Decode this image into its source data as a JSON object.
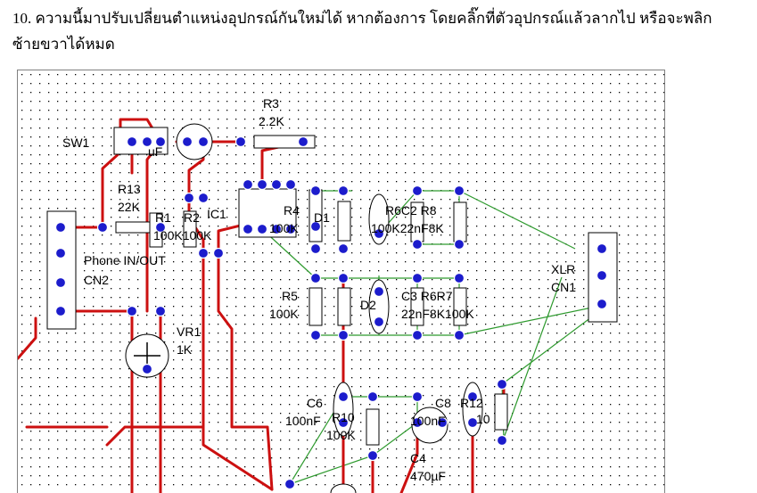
{
  "instruction": {
    "line1": "10. ความนี้มาปรับเปลี่ยนตำแหน่งอุปกรณ์กันใหม่ได้ หากต้องการ โดยคลิ๊กที่ตัวอุปกรณ์แล้วลากไป หรือจะพลิก",
    "line2": "ซ้ายขวาได้หมด"
  },
  "pcb": {
    "labels": {
      "sw1": "SW1",
      "r3": "R3",
      "r3_val": "2.2K",
      "uf": "uF",
      "r13": "R13",
      "r13_val": "22K",
      "r1": "R1",
      "r2": "R2",
      "r1r2_val": "100K100K",
      "ic1": "IC1",
      "r4": "R4",
      "r4_val": "100K",
      "d1": "D1",
      "r6c2r8": "R6C2 R8",
      "r6c2r8_val": "100K22nF8K",
      "phone": "Phone IN/OUT",
      "cn2": "CN2",
      "xlr": "XLR",
      "cn1": "CN1",
      "r5": "R5",
      "r5_val": "100K",
      "d2": "D2",
      "c3r6r7": "C3 R6R7",
      "c3r6r7_val": "22nF8K100K",
      "vr1": "VR1",
      "vr1_val": "1K",
      "c6": "C6",
      "c6_val": "100nF",
      "r10": "R10",
      "r10_val": "100K",
      "c8": "C8",
      "c8_val": "100nF",
      "r12": "R12",
      "r12_val": "10",
      "c4": "C4",
      "c4_val": "470µF"
    },
    "colors": {
      "trace": "#cc1010",
      "pad": "#1c1ccc",
      "ratsnest": "#2e9a2e",
      "grid_dot": "#000000",
      "board_bg": "#ffffff"
    }
  }
}
